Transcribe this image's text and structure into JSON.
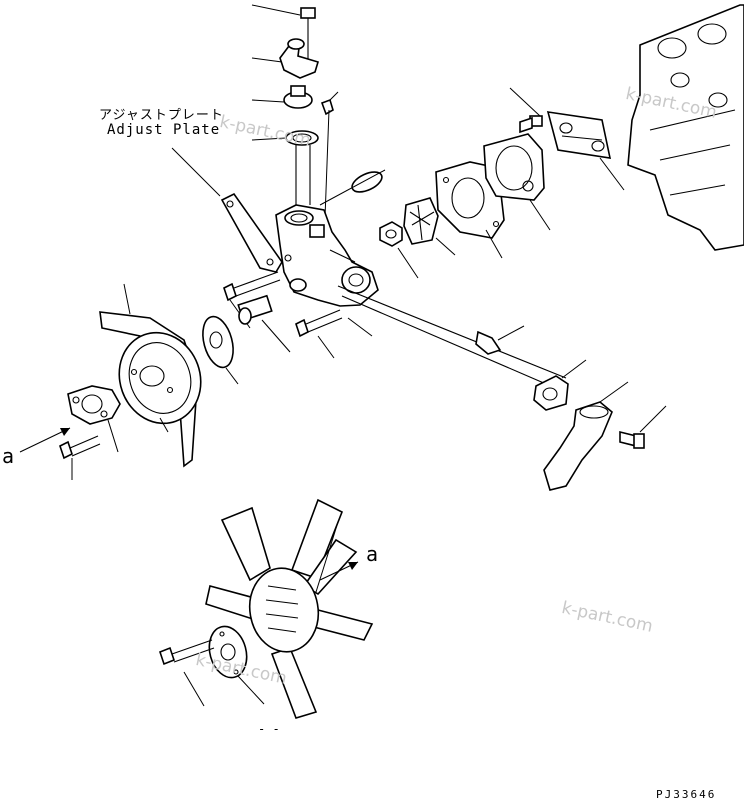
{
  "callout": {
    "jp": "アジャストプレート",
    "en": "Adjust Plate"
  },
  "view_markers": {
    "left": "a",
    "right": "a"
  },
  "watermarks": [
    "k-part.com",
    "k-part.com",
    "k-part.com",
    "k-part.com"
  ],
  "fig_code": "PJ33646",
  "blank_ref": "- -"
}
